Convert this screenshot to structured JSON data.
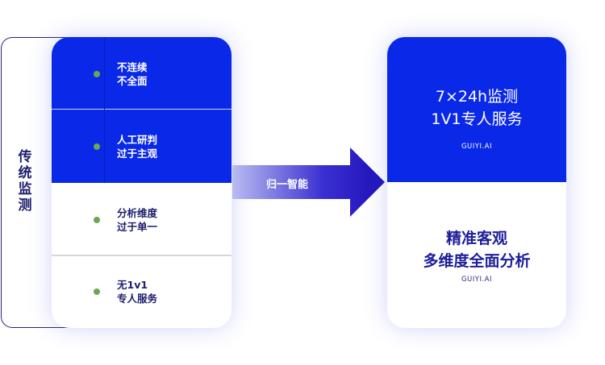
{
  "left_panel": {
    "label": "传统监测",
    "items": [
      {
        "line1": "不连续",
        "line2": "不全面"
      },
      {
        "line1": "人工研判",
        "line2": "过于主观"
      },
      {
        "line1": "分析维度",
        "line2": "过于单一"
      },
      {
        "line1": "无1v1",
        "line2": "专人服务"
      }
    ]
  },
  "arrow": {
    "label": "归一智能"
  },
  "right_panel": {
    "top": {
      "line1": "7×24h监测",
      "line2": "1V1专人服务",
      "brand": "GUIYI.AI"
    },
    "bottom": {
      "line1": "精准客观",
      "line2": "多维度全面分析",
      "brand": "GUIYI.AI"
    }
  },
  "colors": {
    "blue": "#0a28e8",
    "navy": "#1d1d6e",
    "dot": "#6aa84f"
  }
}
